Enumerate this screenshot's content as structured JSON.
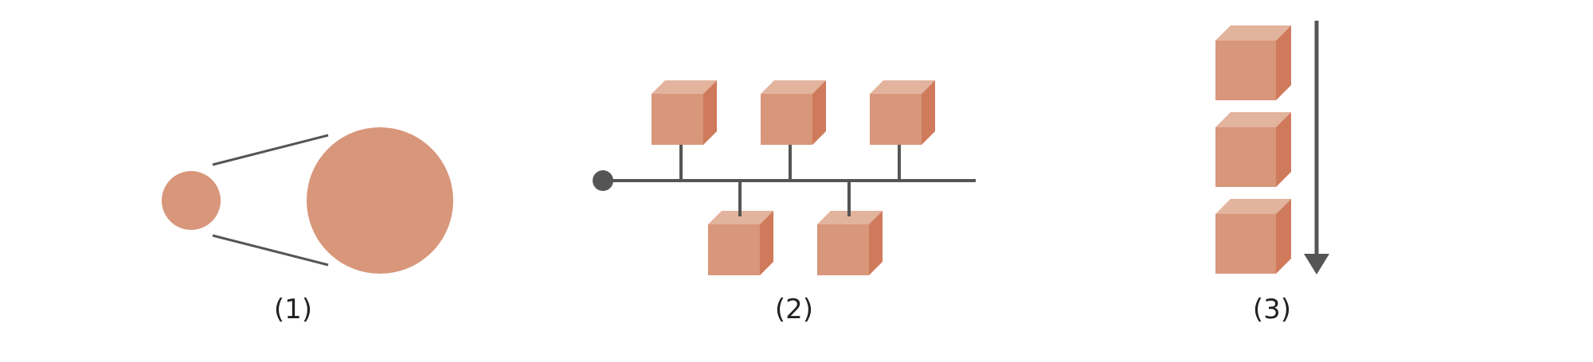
{
  "colors": {
    "shape_fill": "#D8967A",
    "cube_top": "#E2B39D",
    "cube_side": "#CF7A5B",
    "line": "#555555",
    "background": "#FFFFFF"
  },
  "panels": [
    {
      "id": "panel-1",
      "caption": "(1)",
      "content": "small-circle-expanding-to-large-circle"
    },
    {
      "id": "panel-2",
      "caption": "(2)",
      "content": "five-cubes-attached-to-horizontal-bus"
    },
    {
      "id": "panel-3",
      "caption": "(3)",
      "content": "three-stacked-cubes-with-downward-arrow"
    }
  ]
}
